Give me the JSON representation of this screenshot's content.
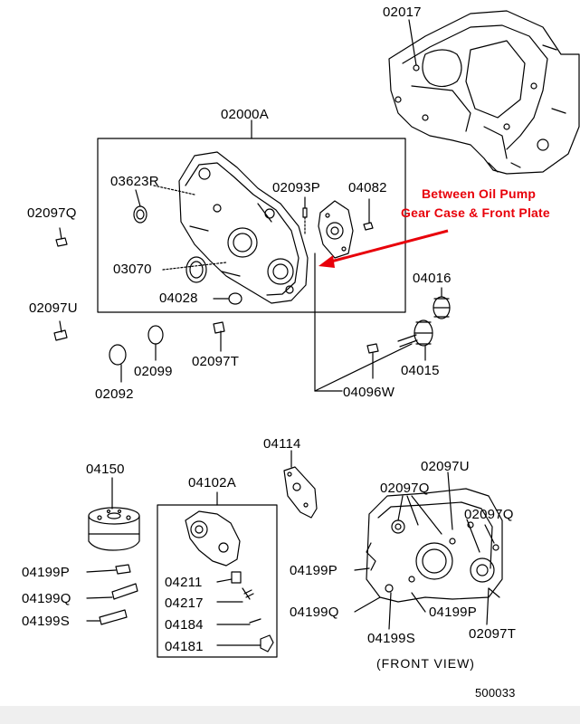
{
  "annotation": {
    "line1": "Between Oil Pump",
    "line2": "Gear Case & Front Plate",
    "color": "#e8000a"
  },
  "parts": {
    "p02017": "02017",
    "p02000A": "02000A",
    "p03623R": "03623R",
    "p02093P": "02093P",
    "p04082": "04082",
    "p02097Q_top": "02097Q",
    "p03070": "03070",
    "p04028": "04028",
    "p04016": "04016",
    "p02097U_left": "02097U",
    "p02099": "02099",
    "p02097T_mid": "02097T",
    "p04015": "04015",
    "p02092": "02092",
    "p04096W": "04096W",
    "p04114": "04114",
    "p04150": "04150",
    "p04102A": "04102A",
    "p02097U_fv": "02097U",
    "p02097Q_fv1": "02097Q",
    "p02097Q_fv2": "02097Q",
    "p04199P_left": "04199P",
    "p04199Q_left": "04199Q",
    "p04199S_left": "04199S",
    "p04211": "04211",
    "p04217": "04217",
    "p04184": "04184",
    "p04181": "04181",
    "p04199P_fv_left": "04199P",
    "p04199Q_fv": "04199Q",
    "p04199P_fv_right": "04199P",
    "p04199S_fv": "04199S",
    "p02097T_fv": "02097T"
  },
  "front_view_label": "(FRONT  VIEW)",
  "diagram_code": "500033"
}
